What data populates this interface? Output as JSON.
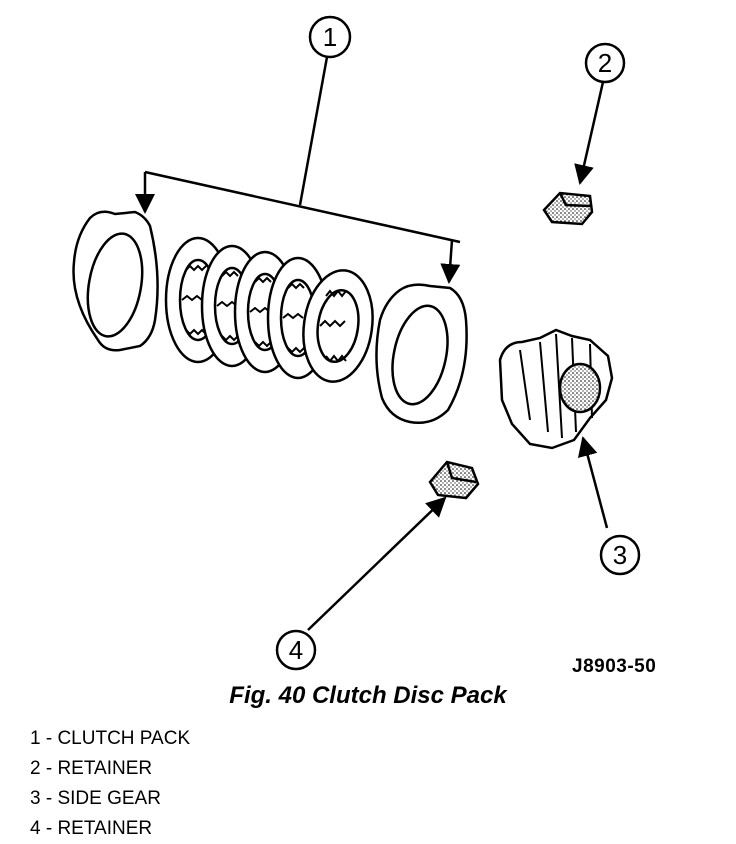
{
  "figure": {
    "code": "J8903-50",
    "caption": "Fig. 40 Clutch Disc Pack",
    "callouts": [
      "1",
      "2",
      "3",
      "4"
    ]
  },
  "legend": [
    "1 - CLUTCH PACK",
    "2 - RETAINER",
    "3 - SIDE GEAR",
    "4 - RETAINER"
  ]
}
